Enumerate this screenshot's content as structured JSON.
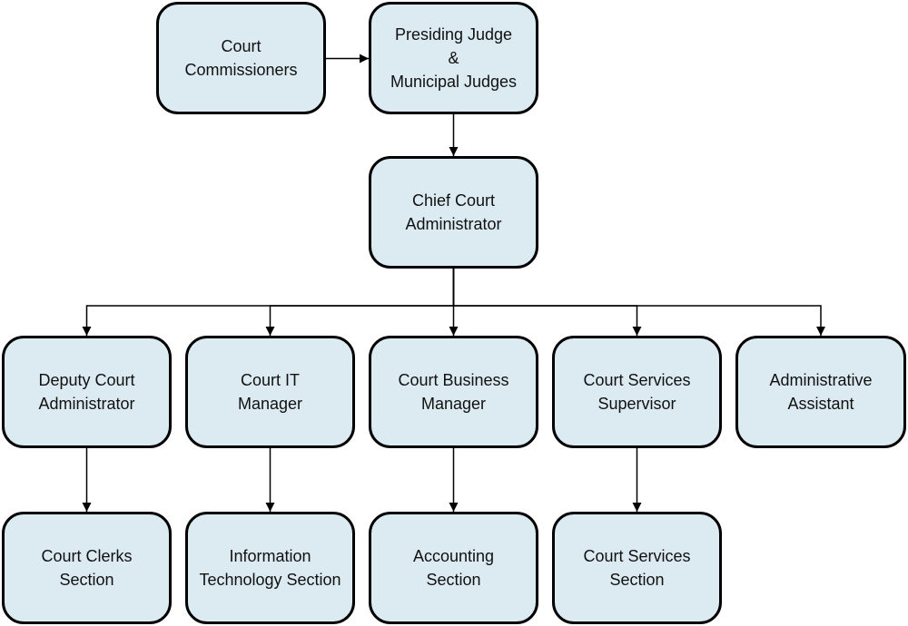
{
  "diagram": {
    "type": "org-chart",
    "colors": {
      "node_fill": "#dbebf1",
      "node_border": "#000000",
      "edge": "#000000",
      "text": "#111111"
    },
    "nodes": {
      "court_commissioners": {
        "lines": [
          "Court",
          "Commissioners"
        ]
      },
      "presiding_judge": {
        "lines": [
          "Presiding Judge",
          "&",
          "Municipal Judges"
        ]
      },
      "chief_admin": {
        "lines": [
          "Chief Court",
          "Administrator"
        ]
      },
      "deputy_admin": {
        "lines": [
          "Deputy Court",
          "Administrator"
        ]
      },
      "it_manager": {
        "lines": [
          "Court IT",
          "Manager"
        ]
      },
      "business_manager": {
        "lines": [
          "Court Business",
          "Manager"
        ]
      },
      "services_supervisor": {
        "lines": [
          "Court Services",
          "Supervisor"
        ]
      },
      "admin_assistant": {
        "lines": [
          "Administrative",
          "Assistant"
        ]
      },
      "clerks_section": {
        "lines": [
          "Court Clerks",
          "Section"
        ]
      },
      "it_section": {
        "lines": [
          "Information",
          "Technology Section"
        ]
      },
      "accounting_section": {
        "lines": [
          "Accounting",
          "Section"
        ]
      },
      "services_section": {
        "lines": [
          "Court Services",
          "Section"
        ]
      }
    },
    "edges": [
      {
        "from": "court_commissioners",
        "to": "presiding_judge"
      },
      {
        "from": "presiding_judge",
        "to": "chief_admin"
      },
      {
        "from": "chief_admin",
        "to": "deputy_admin"
      },
      {
        "from": "chief_admin",
        "to": "it_manager"
      },
      {
        "from": "chief_admin",
        "to": "business_manager"
      },
      {
        "from": "chief_admin",
        "to": "services_supervisor"
      },
      {
        "from": "chief_admin",
        "to": "admin_assistant"
      },
      {
        "from": "deputy_admin",
        "to": "clerks_section"
      },
      {
        "from": "it_manager",
        "to": "it_section"
      },
      {
        "from": "business_manager",
        "to": "accounting_section"
      },
      {
        "from": "services_supervisor",
        "to": "services_section"
      }
    ]
  }
}
